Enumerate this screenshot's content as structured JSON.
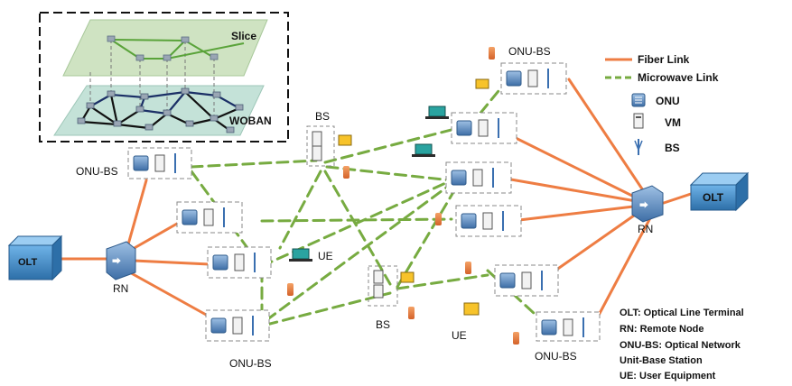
{
  "inset": {
    "slice_label": "Slice",
    "woban_label": "WOBAN"
  },
  "legend": {
    "fiber_link": "Fiber Link",
    "microwave_link": "Microwave Link",
    "onu": "ONU",
    "vm": "VM",
    "bs": "BS"
  },
  "labels": {
    "olt_left": "OLT",
    "olt_right": "OLT",
    "rn_left": "RN",
    "rn_right": "RN",
    "onu_bs_top_left": "ONU-BS",
    "onu_bs_top_right": "ONU-BS",
    "onu_bs_bottom_left": "ONU-BS",
    "onu_bs_bottom_right": "ONU-BS",
    "bs_top": "BS",
    "bs_bottom": "BS",
    "ue_middle": "UE",
    "ue_bottom": "UE"
  },
  "glossary": [
    "OLT: Optical Line Terminal",
    "RN: Remote Node",
    "ONU-BS: Optical Network",
    "Unit-Base Station",
    "UE: User Equipment"
  ],
  "colors": {
    "fiber": "#ee7d43",
    "microwave": "#77ab41",
    "slice_plane": "#cfe3c2",
    "woban_plane": "#c4e2d8",
    "onu_blue": "#4f7fb8",
    "olt_blue": "#3f8fce",
    "dash_border": "#888888"
  }
}
